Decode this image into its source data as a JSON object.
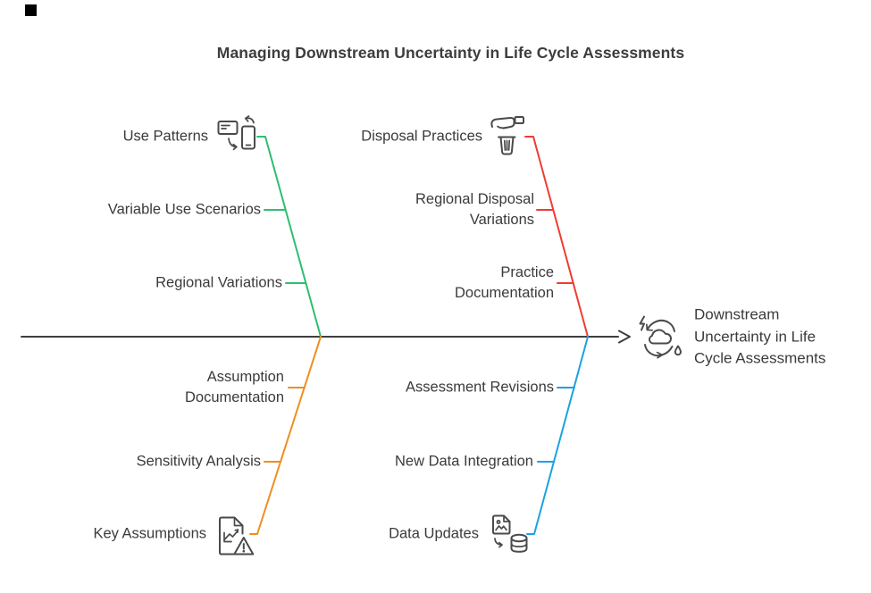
{
  "title": "Managing Downstream Uncertainty in Life Cycle Assessments",
  "effect": {
    "label": "Downstream Uncertainty in Life Cycle Assessments",
    "icon": "climate-cycle-icon"
  },
  "spine": {
    "color": "#3f3f3f"
  },
  "branches": [
    {
      "head": "Use Patterns",
      "icon": "device-rotation-sync-icon",
      "color": "#2dbe70",
      "position": "top-left",
      "items": [
        "Variable Use Scenarios",
        "Regional Variations"
      ]
    },
    {
      "head": "Disposal Practices",
      "icon": "hand-dispose-trash-icon",
      "color": "#f03b32",
      "position": "top-right",
      "items": [
        "Regional Disposal Variations",
        "Practice Documentation"
      ]
    },
    {
      "head": "Key Assumptions",
      "icon": "chart-document-warning-icon",
      "color": "#ef8e1f",
      "position": "bottom-left",
      "items": [
        "Assumption Documentation",
        "Sensitivity Analysis"
      ]
    },
    {
      "head": "Data Updates",
      "icon": "file-to-database-icon",
      "color": "#1ba2e2",
      "position": "bottom-right",
      "items": [
        "Assessment Revisions",
        "New Data Integration"
      ]
    }
  ]
}
